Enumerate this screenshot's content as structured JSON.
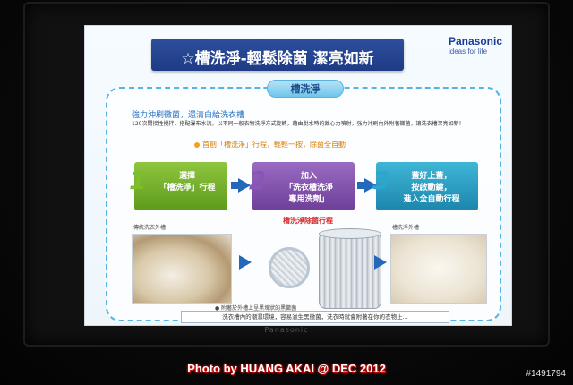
{
  "slide": {
    "title": "☆槽洗淨-輕鬆除菌 潔亮如新",
    "brand": {
      "name": "Panasonic",
      "tagline": "ideas for life"
    },
    "section_pill": "槽洗淨",
    "sub_heading": "強力沖刷黴菌，還清白給洗衣槽",
    "body_text": "120次間接性攪拌，搭配瀑布水流，以不同一般衣物洗淨方式旋轉，藉由脫水時的離心力噴射，強力沖刷內外附著黴菌，讓洗衣槽潔亮如新！",
    "tag_line": "首創「槽洗淨」行程，輕輕一按，除菌全自動",
    "steps": [
      {
        "number": "1",
        "text": "選擇\n「槽洗淨」行程",
        "color": "#6aa823"
      },
      {
        "number": "2",
        "text": "加入\n「洗衣槽洗淨\n專用洗劑」",
        "color": "#7b4ba6"
      },
      {
        "number": "3",
        "text": "蓋好上蓋，\n按啟動鍵，\n進入全自動行程",
        "color": "#2596bf"
      }
    ],
    "label_left": "傳統洗衣外槽",
    "label_center": "槽洗淨除菌行程",
    "label_right": "槽洗淨外槽",
    "note": "附著於外槽上呈黑塊狀的黑黴菌",
    "bottom_text": "洗衣槽內的潮濕環境，容易滋生黑黴菌，洗衣時就會附著在你的衣物上..."
  },
  "monitor_brand": "Panasonic",
  "photo_credit": "Photo by HUANG AKAI @ DEC 2012",
  "photo_id": "#1491794"
}
